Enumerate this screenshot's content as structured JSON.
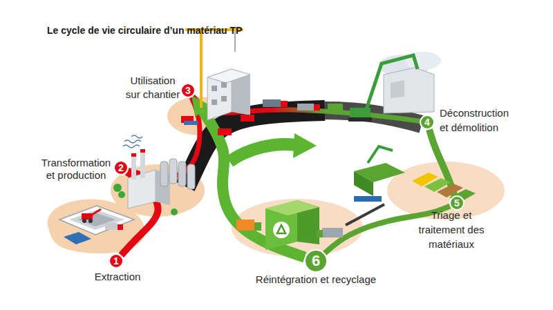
{
  "diagram": {
    "title": "Le cycle de vie circulaire d’un matériau TP",
    "nodes": [
      {
        "text": [
          "1",
          "Extraction"
        ]
      },
      {
        "text": [
          "2",
          "Transformation et production"
        ]
      },
      {
        "text": [
          "3",
          "Utilisation sur chantier"
        ]
      },
      {
        "text": [
          "4",
          "Déconstruction et démolition"
        ]
      },
      {
        "text": [
          "5",
          "Triage et traitement des matériaux"
        ]
      },
      {
        "text": [
          "6",
          "Réintégration et recyclage"
        ]
      }
    ],
    "edges": [
      {
        "from": 0,
        "to": 1,
        "arrow": "none"
      },
      {
        "from": 1,
        "to": 2,
        "arrow": "none"
      },
      {
        "from": 2,
        "to": 3,
        "arrow": "none"
      },
      {
        "from": 3,
        "to": 4,
        "arrow": "none"
      },
      {
        "from": 4,
        "to": 5,
        "arrow": "none"
      },
      {
        "from": 5,
        "to": 2,
        "arrow": "to"
      }
    ]
  }
}
